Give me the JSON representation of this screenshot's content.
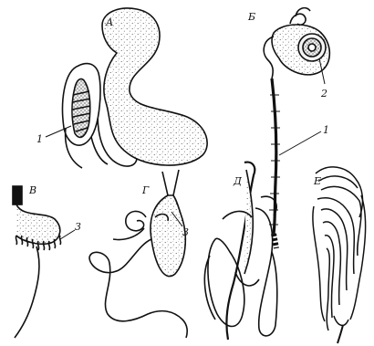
{
  "panels": [
    {
      "letter": "А",
      "callouts": [
        "1"
      ]
    },
    {
      "letter": "Б",
      "callouts": [
        "2",
        "1"
      ]
    },
    {
      "letter": "В",
      "callouts": [
        "3"
      ]
    },
    {
      "letter": "Г",
      "callouts": [
        "3"
      ]
    },
    {
      "letter": "Д",
      "callouts": []
    },
    {
      "letter": "Е",
      "callouts": []
    }
  ],
  "colors": {
    "ink": "#111111",
    "paper": "#ffffff",
    "stipple": "#555555"
  }
}
